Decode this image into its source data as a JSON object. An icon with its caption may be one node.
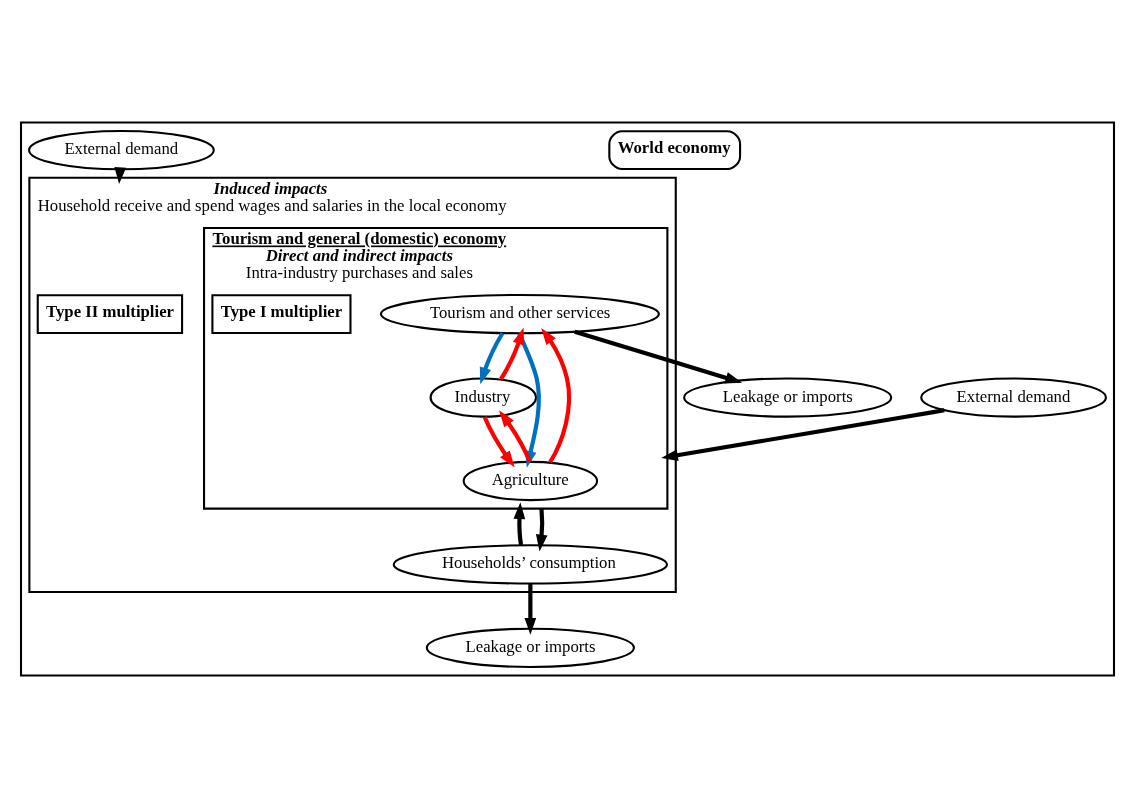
{
  "diagram": {
    "nodes": [
      {
        "text": [],
        "shape": "box"
      },
      {
        "text": [
          "World economy"
        ],
        "in": 0
      },
      {
        "text": [
          "Leakage or imports"
        ],
        "in": 0
      },
      {
        "text": [
          "External demand"
        ],
        "in": 0
      },
      {
        "text": [
          "Leakage or imports"
        ],
        "in": 0
      },
      {
        "text": [
          "External demand"
        ],
        "in": 0
      },
      {
        "text": [
          "Induced impacts",
          "Household receive and spend wages and salaries in the local economy"
        ],
        "in": 0
      },
      {
        "text": [
          "Tourism and general (domestic) economy",
          "Direct and indirect impacts",
          "Intra-industry purchases and sales"
        ],
        "in": 6
      },
      {
        "text": [
          "Tourism and other services"
        ],
        "in": 7
      },
      {
        "text": [
          "Industry"
        ],
        "in": 7
      },
      {
        "text": [
          "Agriculture"
        ],
        "in": 7
      },
      {
        "text": [
          "Type I multiplier"
        ],
        "in": 7
      },
      {
        "text": [
          "Households’ consumption"
        ],
        "in": 6
      },
      {
        "text": [
          "Type II multiplier"
        ],
        "in": 6
      }
    ],
    "edges": [
      {
        "from": 8,
        "to": 2,
        "arrow": "to"
      },
      {
        "from": 3,
        "to": 7,
        "arrow": "to"
      },
      {
        "from": 9,
        "to": 8,
        "arrow": "to",
        "color": "#ff0000"
      },
      {
        "from": 8,
        "to": 9,
        "arrow": "to",
        "color": "#0070c0"
      },
      {
        "from": 10,
        "to": 8,
        "arrow": "to",
        "color": "#ff0000"
      },
      {
        "from": 8,
        "to": 10,
        "arrow": "to",
        "color": "#0070c0"
      },
      {
        "from": 9,
        "to": 10,
        "arrow": "to",
        "color": "#ff0000"
      },
      {
        "from": 10,
        "to": 9,
        "arrow": "to",
        "color": "#ff0000"
      },
      {
        "from": 12,
        "to": 7,
        "arrow": "to"
      },
      {
        "from": 7,
        "to": 12,
        "arrow": "to"
      },
      {
        "from": 12,
        "to": 4,
        "arrow": "to"
      },
      {
        "from": 5,
        "to": 6,
        "arrow": "to"
      }
    ]
  }
}
